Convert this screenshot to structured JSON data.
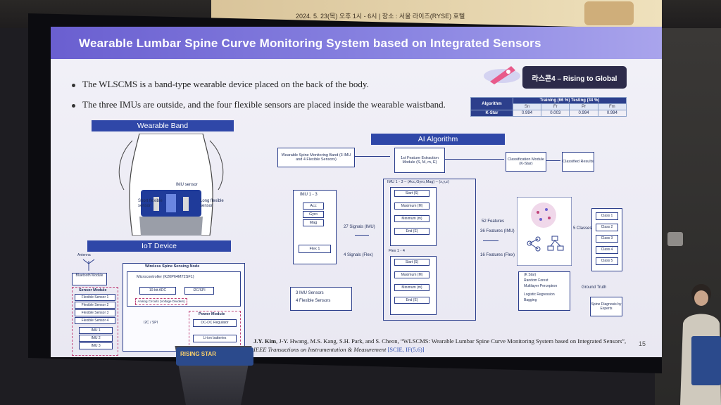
{
  "banner": {
    "text": "2024. 5. 23(목) 오후 1시 - 6시  |  장소 : 서울 라이즈(RYSE) 호텔"
  },
  "slide": {
    "title": "Wearable Lumbar Spine Curve Monitoring System based on Integrated Sensors",
    "badge": "라스콘4 – Rising to Global",
    "bullets": [
      "The WLSCMS is a band-type wearable device placed on the back of the body.",
      "The three IMUs are outside, and the four flexible sensors are placed inside the wearable waistband."
    ],
    "table": {
      "col_algorithm": "Algorithm",
      "col_group": "Training (66 %) Testing (34 %)",
      "metrics": [
        "Sn",
        "Fr",
        "Pr",
        "Fm"
      ],
      "row_label": "K-Star",
      "row_values": [
        "0.994",
        "0.003",
        "0.994",
        "0.994"
      ]
    },
    "wearable_band": {
      "label": "Wearable Band",
      "imu_sensor": "IMU sensor",
      "short_flex": "Short flexible sensor",
      "long_flex": "Long flexible sensor"
    },
    "iot": {
      "label": "IoT Device",
      "antenna": "Antenna",
      "bluetooth": "Bluetooth Module",
      "wireless_title": "Wireless Spine Sensing Node",
      "sensor_module": "Sensor Module",
      "flex_sensors": [
        "Flexible Sensor 1",
        "Flexible Sensor 2",
        "Flexible Sensor 3",
        "Flexible Sensor 4"
      ],
      "imus": [
        "IMU 1",
        "IMU 2",
        "IMU 3"
      ],
      "microcontroller": "Microcontroller (K20P64M72SF1)",
      "adc": "10-bit ADC",
      "i2c_spi": "I2C/SPI",
      "analog": "Analog Circuits (Voltage Dividers)",
      "i2c_spi_2": "I2C / SPI",
      "power_module": "Power Module",
      "dcdc": "DC-DC Regulator",
      "battery": "Li-ion batteries"
    },
    "ai": {
      "label": "AI Algorithm",
      "monitoring_band": "Wearable Spine Monitoring Band (3 IMU and 4 Flexible Sensors)",
      "feature_module": "1st Feature Extraction Module (S, M, m, E)",
      "classification_module": "Classification Module (K-Star)",
      "classified_results": "Classified Results",
      "imu_group": "IMU 1 - 3",
      "acc": "Acc",
      "gyro": "Gyro",
      "mag": "Mag",
      "flex_group": "Flex 1",
      "signals_imu": "27 Signals (IMU)",
      "signals_flex": "4 Signals (Flex)",
      "imu_header": "IMU 1 - 3 – (Acc,Gyro,Mag) – (x,y,z)",
      "feature_items": [
        "Start (S)",
        "Maximum (M)",
        "Minimum (m)",
        "End (E)"
      ],
      "flex_header": "Flex 1 - 4",
      "features_total": "52 Features",
      "features_imu": "36 Features (IMU)",
      "features_flex": "16 Features (Flex)",
      "classes_label": "5 Classes",
      "classes": [
        "Class 1",
        "Class 2",
        "Class 3",
        "Class 4",
        "Class 5"
      ],
      "algorithms": [
        "(K Star)",
        "Random Forest",
        "Multilayer Perceptron",
        "Logistic Regression",
        "Bagging"
      ],
      "ground_truth": "Ground Truth",
      "spine_diag": "Spine Diagnosis by Experts",
      "legend": [
        "3 IMU Sensors",
        "4 Flexible Sensors"
      ]
    },
    "citation": {
      "authors_bold": "J.Y. Kim",
      "text": ", J-Y. Hwang, M.S. Kang, S.H. Park, and S. Cheon, “WLSCMS: Wearable Lumbar Spine Curve Monitoring System based on Integrated Sensors”, ",
      "journal": "IEEE Transactions on Instrumentation & Measurement",
      "index": "[SCIE, IF(5.6)]"
    },
    "page_number": "15"
  },
  "podium": {
    "sign": "RISING STAR"
  },
  "colors": {
    "header_start": "#6a5fd0",
    "section_label": "#2f47a8",
    "slide_bg": "#f2f1f8"
  }
}
